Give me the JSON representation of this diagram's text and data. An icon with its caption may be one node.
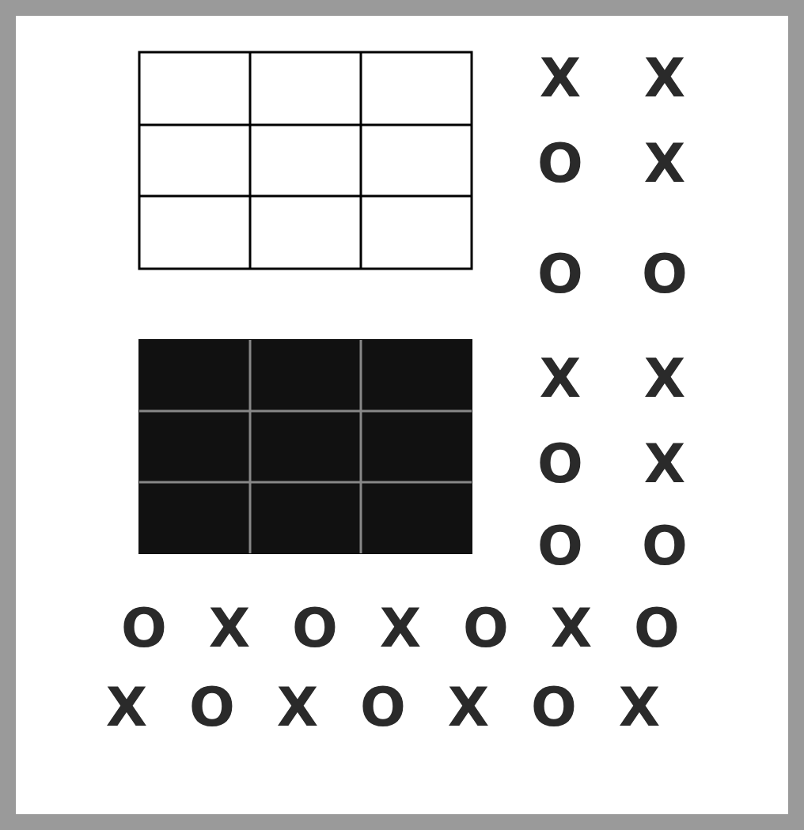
{
  "diagram": {
    "labels": [
      "X",
      "X",
      "O",
      "X",
      "O",
      "O",
      "X",
      "X",
      "O",
      "X",
      "O",
      "O",
      "O",
      "X",
      "O",
      "X",
      "O",
      "X",
      "O",
      "X",
      "O",
      "X",
      "O",
      "X",
      "O",
      "X"
    ]
  }
}
